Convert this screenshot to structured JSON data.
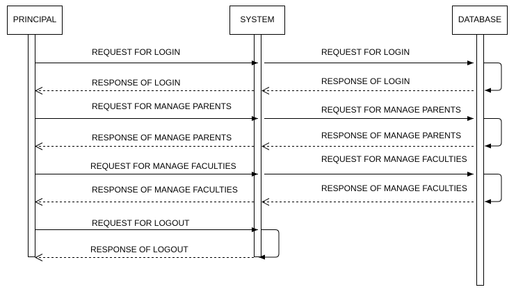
{
  "actors": {
    "principal": "PRINCIPAL",
    "system": "SYSTEM",
    "database": "DATABASE"
  },
  "messages": {
    "p_req_login": "REQUEST FOR LOGIN",
    "s_req_login": "REQUEST FOR LOGIN",
    "s_resp_login": "RESPONSE OF LOGIN",
    "p_resp_login": "RESPONSE OF LOGIN",
    "p_req_parents": "REQUEST FOR MANAGE PARENTS",
    "s_req_parents": "REQUEST FOR MANAGE PARENTS",
    "s_resp_parents": "RESPONSE OF MANAGE PARENTS",
    "p_resp_parents": "RESPONSE OF MANAGE PARENTS",
    "p_req_faculties": "REQUEST FOR MANAGE FACULTIES",
    "s_req_faculties": "REQUEST FOR MANAGE FACULTIES",
    "s_resp_faculties": "RESPONSE OF MANAGE FACULTIES",
    "p_resp_faculties": "RESPONSE OF MANAGE FACULTIES",
    "p_req_logout": "REQUEST FOR LOGOUT",
    "p_resp_logout": "RESPONSE OF LOGOUT"
  }
}
